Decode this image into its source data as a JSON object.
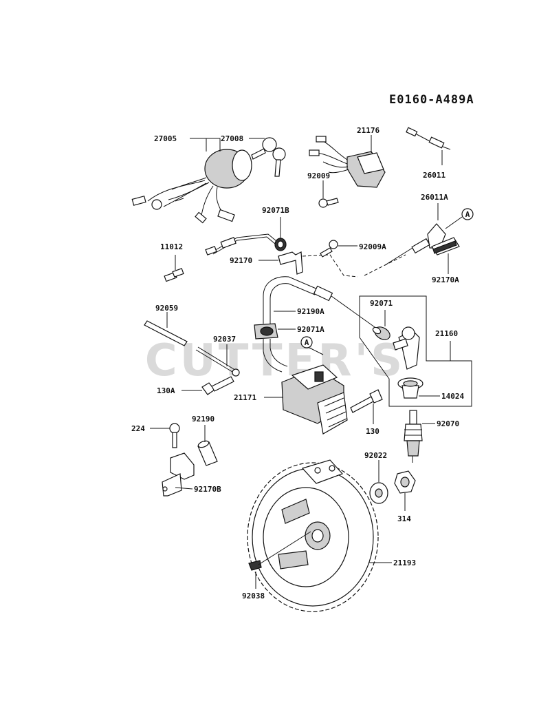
{
  "diagram_code": "E0160-A489A",
  "watermark": "CUTTER'S",
  "callout_letter": "A",
  "parts": [
    {
      "id": "27005",
      "label": "27005"
    },
    {
      "id": "27008",
      "label": "27008"
    },
    {
      "id": "21176",
      "label": "21176"
    },
    {
      "id": "92009",
      "label": "92009"
    },
    {
      "id": "26011",
      "label": "26011"
    },
    {
      "id": "92071B",
      "label": "92071B"
    },
    {
      "id": "26011A",
      "label": "26011A"
    },
    {
      "id": "11012",
      "label": "11012"
    },
    {
      "id": "92009A",
      "label": "92009A"
    },
    {
      "id": "92170",
      "label": "92170"
    },
    {
      "id": "92170A",
      "label": "92170A"
    },
    {
      "id": "92059",
      "label": "92059"
    },
    {
      "id": "92190A",
      "label": "92190A"
    },
    {
      "id": "92071",
      "label": "92071"
    },
    {
      "id": "92071A",
      "label": "92071A"
    },
    {
      "id": "21160",
      "label": "21160"
    },
    {
      "id": "92037",
      "label": "92037"
    },
    {
      "id": "14024",
      "label": "14024"
    },
    {
      "id": "130A",
      "label": "130A"
    },
    {
      "id": "21171",
      "label": "21171"
    },
    {
      "id": "130",
      "label": "130"
    },
    {
      "id": "224",
      "label": "224"
    },
    {
      "id": "92190",
      "label": "92190"
    },
    {
      "id": "92070",
      "label": "92070"
    },
    {
      "id": "92022",
      "label": "92022"
    },
    {
      "id": "92170B",
      "label": "92170B"
    },
    {
      "id": "314",
      "label": "314"
    },
    {
      "id": "21193",
      "label": "21193"
    },
    {
      "id": "92038",
      "label": "92038"
    }
  ]
}
